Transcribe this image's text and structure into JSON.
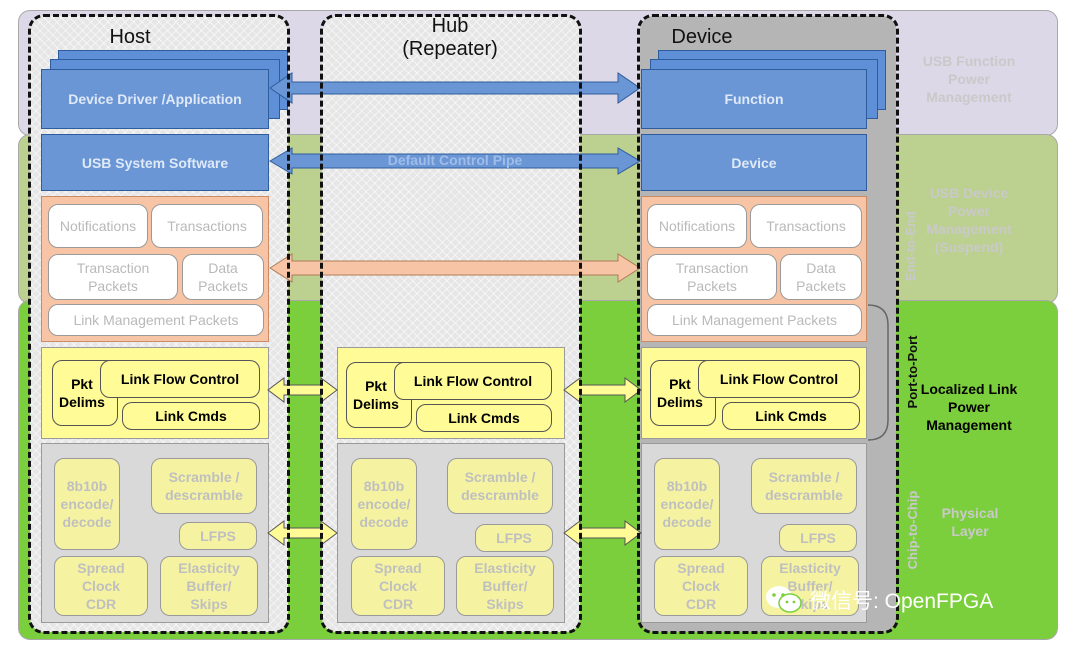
{
  "columns": {
    "host": "Host",
    "hub_line1": "Hub",
    "hub_line2": "(Repeater)",
    "device": "Device"
  },
  "side_labels": {
    "usb_function_pm": "USB Function\nPower\nManagement",
    "usb_device_pm": "USB Device\nPower\nManagement\n(Suspend)",
    "localized_link_pm": "Localized Link\nPower\nManagement",
    "physical_layer": "Physical\nLayer"
  },
  "vertical_labels": {
    "end_to_end": "End-to-End",
    "port_to_port": "Port-to-Port",
    "chip_to_chip": "Chip-to-Chip"
  },
  "host": {
    "device_driver": "Device Driver /Application",
    "usb_system_software": "USB System Software"
  },
  "device": {
    "function": "Function",
    "device": "Device"
  },
  "pipe_label": "Default Control Pipe",
  "protocol": {
    "notifications": "Notifications",
    "transactions": "Transactions",
    "transaction_packets": "Transaction\nPackets",
    "data_packets": "Data\nPackets",
    "link_mgmt_packets": "Link Management Packets"
  },
  "link": {
    "pkt_delims": "Pkt\nDelims",
    "link_flow_control": "Link Flow Control",
    "link_cmds": "Link Cmds"
  },
  "physical": {
    "enc": "8b10b\nencode/\ndecode",
    "scramble": "Scramble /\ndescramble",
    "lfps": "LFPS",
    "spread": "Spread\nClock\nCDR",
    "elasticity": "Elasticity\nBuffer/\nSkips"
  },
  "watermark": "微信号: OpenFPGA",
  "colors": {
    "function_band": "#ddd8e8",
    "device_band": "#bcd08f",
    "link_band": "#7ccf3c",
    "blue_box": "#6a96d6",
    "protocol_pane": "#f7c5a5",
    "link_pill": "#fffb96",
    "physical_pane": "#d9d9d9"
  }
}
